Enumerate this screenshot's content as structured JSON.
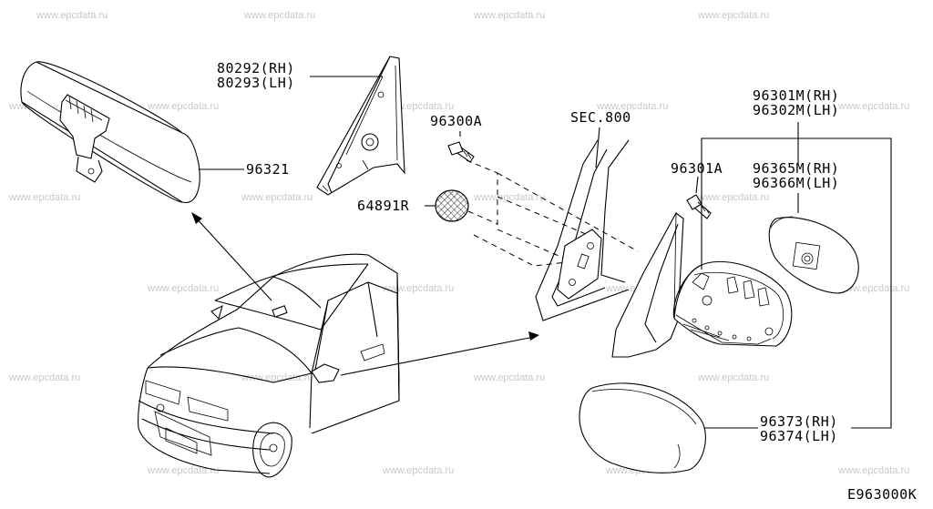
{
  "watermark": "www.epcdata.ru",
  "diagram_code": "E963000K",
  "callouts": {
    "rearview_mirror": "96321",
    "corner_finisher_rh": "80292(RH)",
    "corner_finisher_lh": "80293(LH)",
    "bolt_a": "96300A",
    "grommet": "64891R",
    "section_ref": "SEC.800",
    "bolt_b": "96301A",
    "mirror_assy_rh": "96301M(RH)",
    "mirror_assy_lh": "96302M(LH)",
    "mirror_glass_rh": "96365M(RH)",
    "mirror_glass_lh": "96366M(LH)",
    "mirror_cover_rh": "96373(RH)",
    "mirror_cover_lh": "96374(LH)"
  }
}
